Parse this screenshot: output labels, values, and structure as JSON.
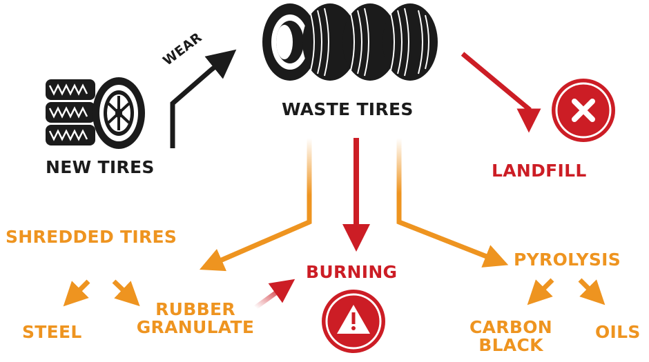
{
  "labels": {
    "new_tires": "NEW TIRES",
    "wear": "WEAR",
    "waste_tires": "WASTE TIRES",
    "landfill": "LANDFILL",
    "shredded_tires": "SHREDDED TIRES",
    "burning": "BURNING",
    "pyrolysis": "PYROLYSIS",
    "steel": "STEEL",
    "rubber_granulate": "RUBBER\nGRANULATE",
    "carbon_black": "CARBON\nBLACK",
    "oils": "OILS"
  },
  "icons": {
    "landfill_icon": "x-circle-icon",
    "burning_icon": "warning-triangle-icon",
    "new_tires_icon": "stacked-tires-icon",
    "waste_tires_icon": "waste-tires-row-icon"
  },
  "colors": {
    "dark": "#1b1b1b",
    "red": "#cc1d25",
    "orange": "#ee9420"
  }
}
